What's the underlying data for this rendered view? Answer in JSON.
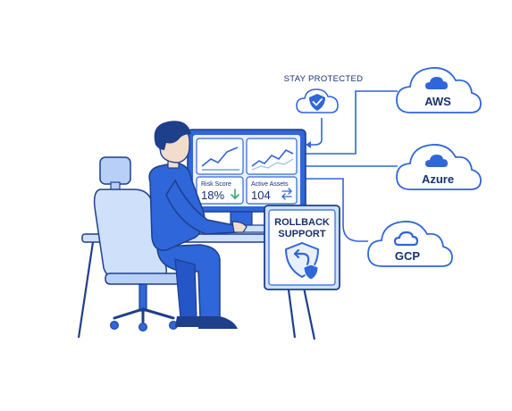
{
  "header": {
    "stay_protected": "STAY PROTECTED"
  },
  "clouds": [
    {
      "name": "AWS"
    },
    {
      "name": "Azure"
    },
    {
      "name": "GCP"
    }
  ],
  "dashboard": {
    "risk_label": "Risk Score",
    "risk_value": "18%",
    "assets_label": "Active Assets",
    "assets_value": "104"
  },
  "rollback": {
    "line1": "ROLLBACK",
    "line2": "SUPPORT"
  },
  "colors": {
    "primary": "#2f66d9",
    "light": "#cfe0fb",
    "outline": "#1e3f8a",
    "green": "#3aa574"
  },
  "icons": [
    "shield-check-icon",
    "cloud-icon",
    "rollback-shield-icon",
    "trend-down-icon",
    "swap-arrows-icon"
  ]
}
